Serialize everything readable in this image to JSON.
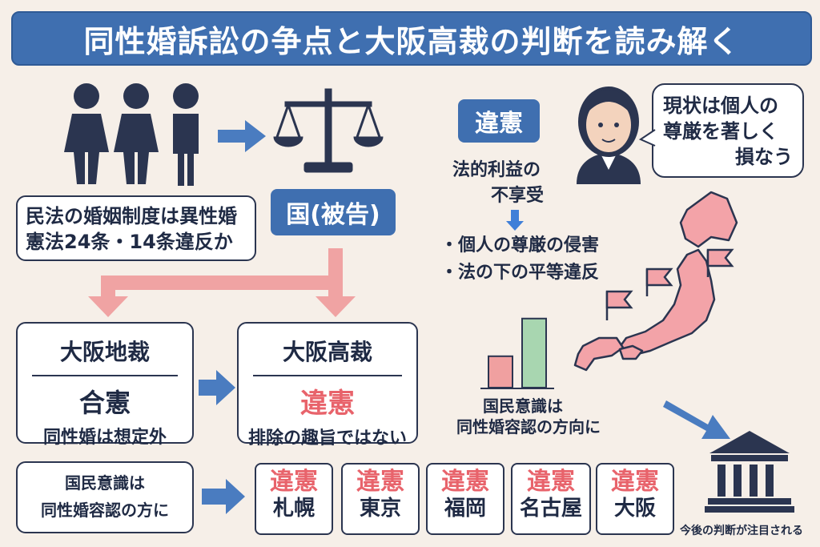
{
  "title": "同性婚訴訟の争点と大阪高裁の判断を読み解く",
  "left_claim": {
    "line1": "民法の婚姻制度は異性婚",
    "line2": "憲法24条・14条違反か"
  },
  "defendant": "国(被告)",
  "district": {
    "court": "大阪地裁",
    "verdict": "合憲",
    "reason": "同性婚は想定外"
  },
  "high": {
    "court": "大阪高裁",
    "verdict": "違憲",
    "reason": "排除の趣旨ではない"
  },
  "unconstitutional_box": {
    "label": "違憲",
    "sub1": "法的利益の",
    "sub2": "不享受",
    "bullet1": "・個人の尊厳の侵害",
    "bullet2": "・法の下の平等違反"
  },
  "speech": {
    "line1": "現状は個人の",
    "line2": "尊厳を著しく",
    "line3": "損なう"
  },
  "public_opinion_chart": {
    "line1": "国民意識は",
    "line2": "同性婚容認の方向に"
  },
  "public_opinion_bottom": {
    "line1": "国民意識は",
    "line2": "同性婚容認の方に"
  },
  "cities": [
    {
      "verdict": "違憲",
      "name": "札幌"
    },
    {
      "verdict": "違憲",
      "name": "東京"
    },
    {
      "verdict": "違憲",
      "name": "福岡"
    },
    {
      "verdict": "違憲",
      "name": "名古屋"
    },
    {
      "verdict": "違憲",
      "name": "大阪"
    }
  ],
  "supreme_note": "今後の判断が注目される",
  "chart_data": {
    "type": "bar",
    "categories": [
      "",
      ""
    ],
    "values": [
      40,
      88
    ],
    "ylim": [
      0,
      100
    ],
    "colors": [
      "#f0a0a0",
      "#a8d6b0"
    ]
  },
  "colors": {
    "accent_blue": "#3f6fb0",
    "pink": "#e8636b",
    "navy": "#2b3550",
    "map_fill": "#f3a3a8"
  }
}
